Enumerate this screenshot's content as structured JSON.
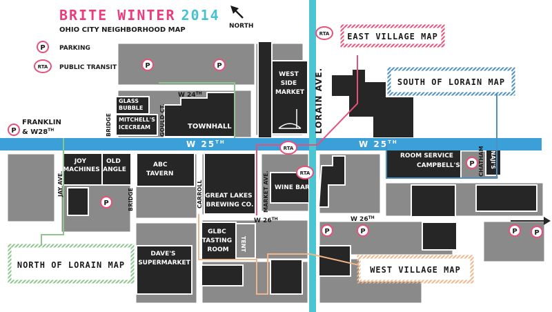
{
  "title": {
    "event": "BRITE WINTER",
    "year": "2014",
    "subtitle": "OHIO CITY NEIGHBORHOOD MAP",
    "north": "NORTH"
  },
  "legend": {
    "parking_symbol": "P",
    "parking_label": "PARKING",
    "transit_symbol": "RTA",
    "transit_label": "PUBLIC TRANSIT"
  },
  "streets": {
    "w25": "W 25",
    "w25_sup": "TH",
    "w24": "W 24",
    "w24_sup": "TH",
    "w26": "W 26",
    "w26_sup": "TH",
    "lorain": "LORAIN AVE.",
    "franklin_1": "FRANKLIN",
    "franklin_2": "& W28",
    "franklin_sup": "TH",
    "bridge": "BRIDGE",
    "gould": "GOULD CT.",
    "jay": "JAY AVE.",
    "carroll": "CARROLL",
    "market": "MARKET AVE.",
    "chatham": "CHATHAM"
  },
  "places": {
    "glass_bubble_1": "GLASS",
    "glass_bubble_2": "BUBBLE",
    "mitchells_1": "MITCHELL'S",
    "mitchells_2": "ICECREAM",
    "townhall": "TOWNHALL",
    "west_side_market": [
      "WEST",
      "SIDE",
      "MARKET"
    ],
    "joy_machines": [
      "JOY",
      "MACHINES"
    ],
    "old_angle": [
      "OLD",
      "ANGLE"
    ],
    "abc_tavern": [
      "ABC",
      "TAVERN"
    ],
    "great_lakes": [
      "GREAT LAKES",
      "BREWING CO."
    ],
    "wine_bar": "WINE BAR",
    "room_service": "ROOM SERVICE",
    "campbells": "CAMPBELL'S",
    "najis": "NAJI'S",
    "glbc_tasting": [
      "GLBC",
      "TASTING",
      "ROOM"
    ],
    "tent": "TENT",
    "daves": [
      "DAVE'S",
      "SUPERMARKET"
    ]
  },
  "area_maps": {
    "east_village": "EAST VILLAGE MAP",
    "south_of_lorain": "SOUTH OF LORAIN MAP",
    "north_of_lorain": "NORTH OF LORAIN MAP",
    "west_village": "WEST VILLAGE MAP"
  },
  "colors": {
    "event_pink": "#ec3c7d",
    "event_cyan": "#47c0cf",
    "lorain_cyan": "#4dc4d2",
    "w25_blue": "#3b9fd8",
    "east_village_pink": "#e8507a",
    "south_of_lorain_blue": "#4d8fc0",
    "north_of_lorain_green": "#8cc68c",
    "west_village_orange": "#f2b68a",
    "building_dark": "#262626",
    "block_gray": "#8a8a8a"
  }
}
